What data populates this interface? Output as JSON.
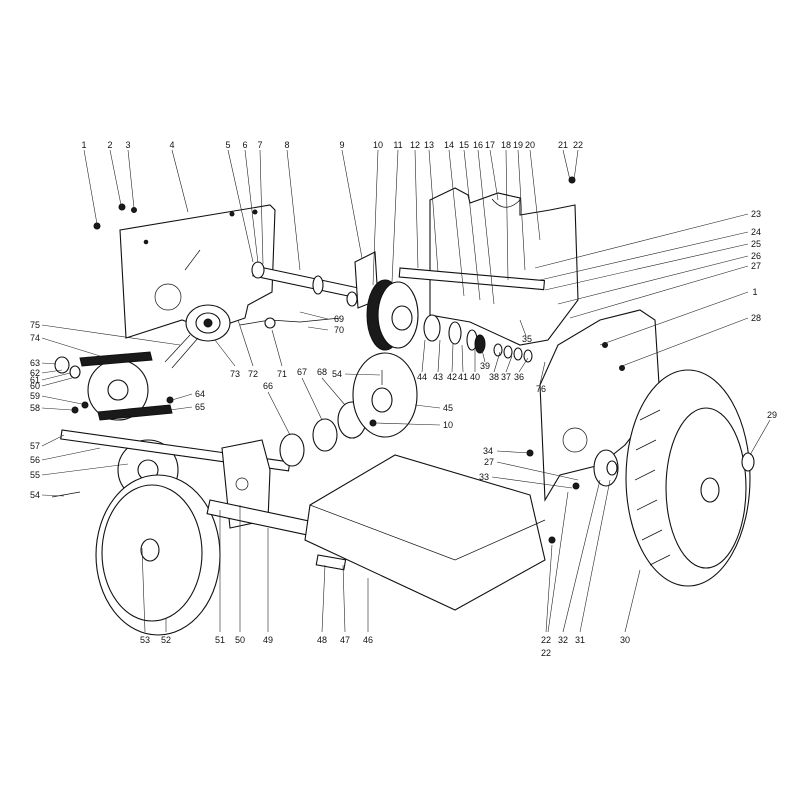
{
  "diagram": {
    "callouts": [
      "1",
      "2",
      "3",
      "4",
      "5",
      "6",
      "7",
      "8",
      "9",
      "10",
      "11",
      "12",
      "13",
      "14",
      "15",
      "16",
      "17",
      "18",
      "19",
      "20",
      "21",
      "22",
      "23",
      "24",
      "25",
      "26",
      "27",
      "1",
      "28",
      "29",
      "30",
      "31",
      "32",
      "22",
      "22",
      "33",
      "27",
      "34",
      "35",
      "36",
      "37",
      "38",
      "39",
      "40",
      "41",
      "42",
      "43",
      "44",
      "45",
      "10",
      "46",
      "47",
      "48",
      "49",
      "50",
      "51",
      "52",
      "53",
      "54",
      "55",
      "56",
      "57",
      "58",
      "59",
      "60",
      "61",
      "62",
      "63",
      "64",
      "65",
      "66",
      "67",
      "68",
      "54",
      "69",
      "70",
      "71",
      "72",
      "73",
      "74",
      "75",
      "76"
    ]
  },
  "colors": {
    "ink": "#111111",
    "paper": "#ffffff"
  }
}
